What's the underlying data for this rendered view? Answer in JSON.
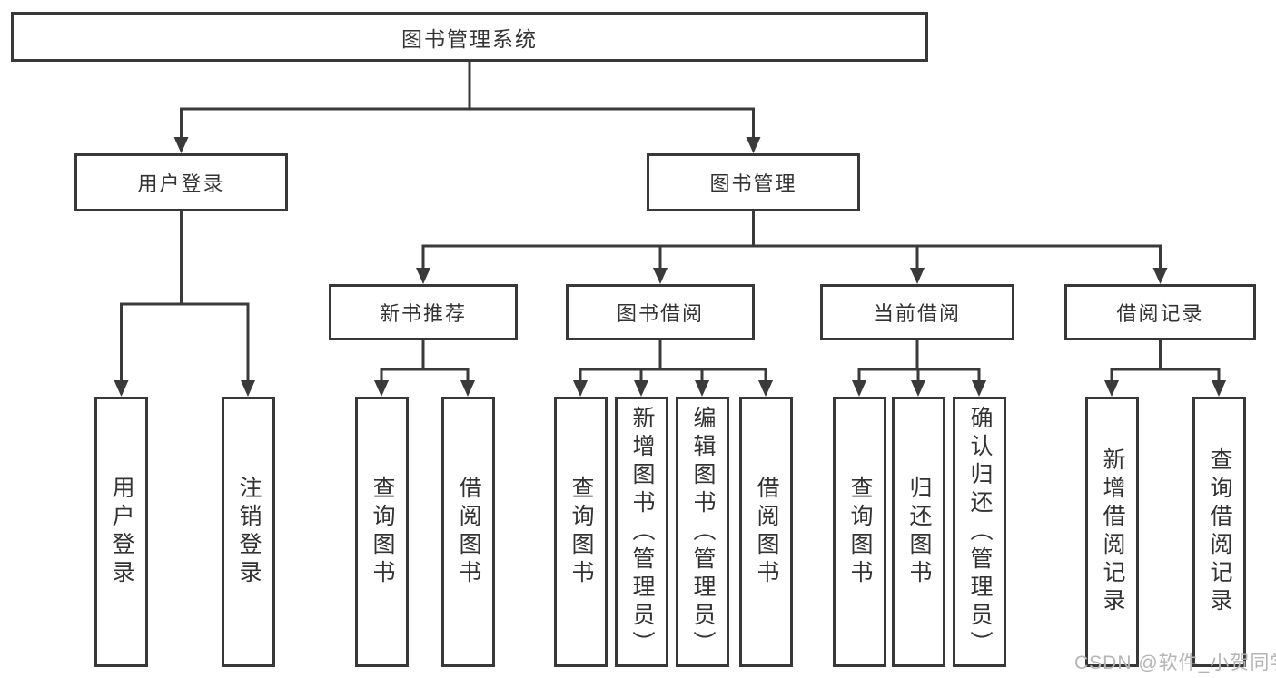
{
  "tree": {
    "root": {
      "label": "图书管理系统"
    },
    "branches": [
      {
        "label": "用户登录",
        "children": [
          {
            "label": "用户登录"
          },
          {
            "label": "注销登录"
          }
        ]
      },
      {
        "label": "图书管理",
        "children": [
          {
            "label": "新书推荐",
            "children": [
              {
                "label": "查询图书"
              },
              {
                "label": "借阅图书"
              }
            ]
          },
          {
            "label": "图书借阅",
            "children": [
              {
                "label": "查询图书"
              },
              {
                "label": "新增图书（管理员）"
              },
              {
                "label": "编辑图书（管理员）"
              },
              {
                "label": "借阅图书"
              }
            ]
          },
          {
            "label": "当前借阅",
            "children": [
              {
                "label": "查询图书"
              },
              {
                "label": "归还图书"
              },
              {
                "label": "确认归还（管理员）"
              }
            ]
          },
          {
            "label": "借阅记录",
            "children": [
              {
                "label": "新增借阅记录"
              },
              {
                "label": "查询借阅记录"
              }
            ]
          }
        ]
      }
    ]
  },
  "watermark": "CSDN @软件_小贺同学",
  "colors": {
    "line": "#3a3a3a",
    "box_border": "#383838",
    "text": "#333333",
    "watermark": "#b5b5b5",
    "background": "#ffffff"
  }
}
